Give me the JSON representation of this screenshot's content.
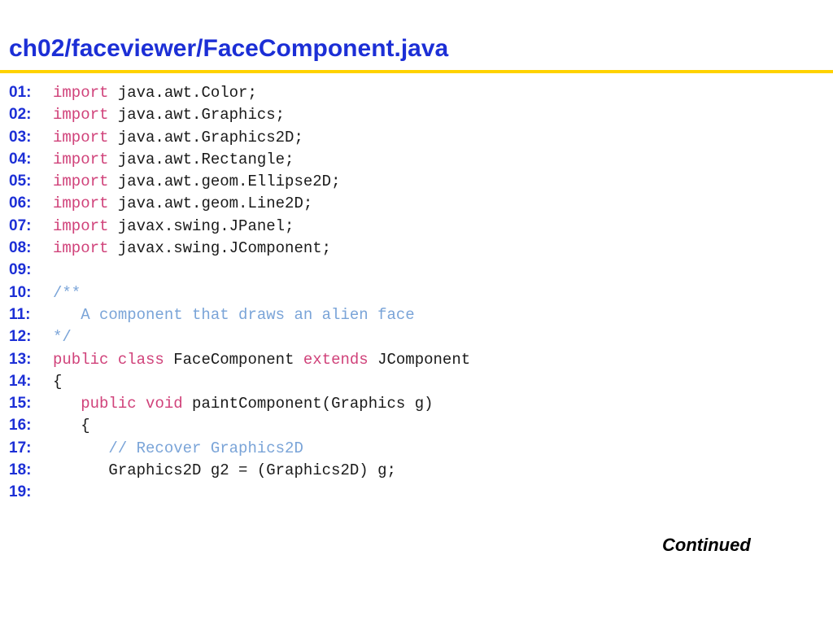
{
  "slide": {
    "title": "ch02/faceviewer/FaceComponent.java",
    "continued": "Continued",
    "colors": {
      "title": "#1c2fd6",
      "rule": "#ffd200",
      "line_number": "#1c2fd6",
      "keyword": "#d0427a",
      "comment": "#7aa4d8",
      "code": "#1a1a1a"
    }
  },
  "code": {
    "lines": [
      {
        "num": "01:",
        "tokens": [
          {
            "t": "import",
            "k": "kw"
          },
          {
            "t": " java.awt.Color;",
            "k": "tx"
          }
        ]
      },
      {
        "num": "02:",
        "tokens": [
          {
            "t": "import",
            "k": "kw"
          },
          {
            "t": " java.awt.Graphics;",
            "k": "tx"
          }
        ]
      },
      {
        "num": "03:",
        "tokens": [
          {
            "t": "import",
            "k": "kw"
          },
          {
            "t": " java.awt.Graphics2D;",
            "k": "tx"
          }
        ]
      },
      {
        "num": "04:",
        "tokens": [
          {
            "t": "import",
            "k": "kw"
          },
          {
            "t": " java.awt.Rectangle;",
            "k": "tx"
          }
        ]
      },
      {
        "num": "05:",
        "tokens": [
          {
            "t": "import",
            "k": "kw"
          },
          {
            "t": " java.awt.geom.Ellipse2D;",
            "k": "tx"
          }
        ]
      },
      {
        "num": "06:",
        "tokens": [
          {
            "t": "import",
            "k": "kw"
          },
          {
            "t": " java.awt.geom.Line2D;",
            "k": "tx"
          }
        ]
      },
      {
        "num": "07:",
        "tokens": [
          {
            "t": "import",
            "k": "kw"
          },
          {
            "t": " javax.swing.JPanel;",
            "k": "tx"
          }
        ]
      },
      {
        "num": "08:",
        "tokens": [
          {
            "t": "import",
            "k": "kw"
          },
          {
            "t": " javax.swing.JComponent;",
            "k": "tx"
          }
        ]
      },
      {
        "num": "09:",
        "tokens": []
      },
      {
        "num": "10:",
        "tokens": [
          {
            "t": "/**",
            "k": "cm"
          }
        ]
      },
      {
        "num": "11:",
        "tokens": [
          {
            "t": "   A component that draws an alien face",
            "k": "cm"
          }
        ]
      },
      {
        "num": "12:",
        "tokens": [
          {
            "t": "*/",
            "k": "cm"
          }
        ]
      },
      {
        "num": "13:",
        "tokens": [
          {
            "t": "public",
            "k": "kw"
          },
          {
            "t": " ",
            "k": "tx"
          },
          {
            "t": "class",
            "k": "kw"
          },
          {
            "t": " FaceComponent ",
            "k": "tx"
          },
          {
            "t": "extends",
            "k": "kw"
          },
          {
            "t": " JComponent",
            "k": "tx"
          }
        ]
      },
      {
        "num": "14:",
        "tokens": [
          {
            "t": "{",
            "k": "tx"
          }
        ]
      },
      {
        "num": "15:",
        "tokens": [
          {
            "t": "   ",
            "k": "tx"
          },
          {
            "t": "public",
            "k": "kw"
          },
          {
            "t": " ",
            "k": "tx"
          },
          {
            "t": "void",
            "k": "kw"
          },
          {
            "t": " paintComponent(Graphics g)",
            "k": "tx"
          }
        ]
      },
      {
        "num": "16:",
        "tokens": [
          {
            "t": "   {",
            "k": "tx"
          }
        ]
      },
      {
        "num": "17:",
        "tokens": [
          {
            "t": "      ",
            "k": "tx"
          },
          {
            "t": "// Recover Graphics2D",
            "k": "cm"
          }
        ]
      },
      {
        "num": "18:",
        "tokens": [
          {
            "t": "      Graphics2D g2 = (Graphics2D) g;",
            "k": "tx"
          }
        ]
      },
      {
        "num": "19:",
        "tokens": []
      }
    ]
  }
}
